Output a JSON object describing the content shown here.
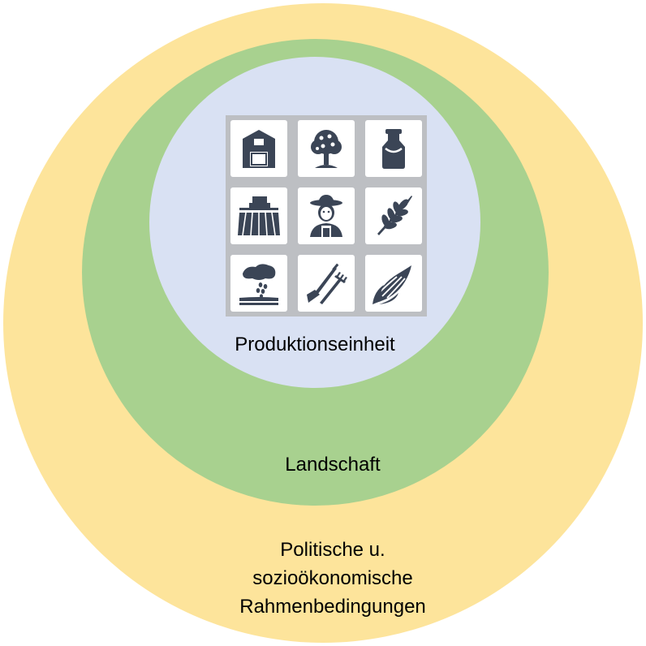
{
  "colors": {
    "outer": "#fde49b",
    "middle": "#a8d18f",
    "inner": "#d9e1f3",
    "icon": "#3b4556",
    "tile_border": "#bdbfc3"
  },
  "circles": {
    "inner_label": "Produktionseinheit",
    "middle_label": "Landschaft",
    "outer_label_lines": [
      "Politische u.",
      "sozioökonomische",
      "Rahmenbedingungen"
    ]
  },
  "icons": [
    "barn-icon",
    "tree-icon",
    "milk-can-icon",
    "tractor-field-icon",
    "farmer-icon",
    "wheat-icon",
    "seeds-soil-icon",
    "shovel-fork-icon",
    "corn-icon"
  ]
}
